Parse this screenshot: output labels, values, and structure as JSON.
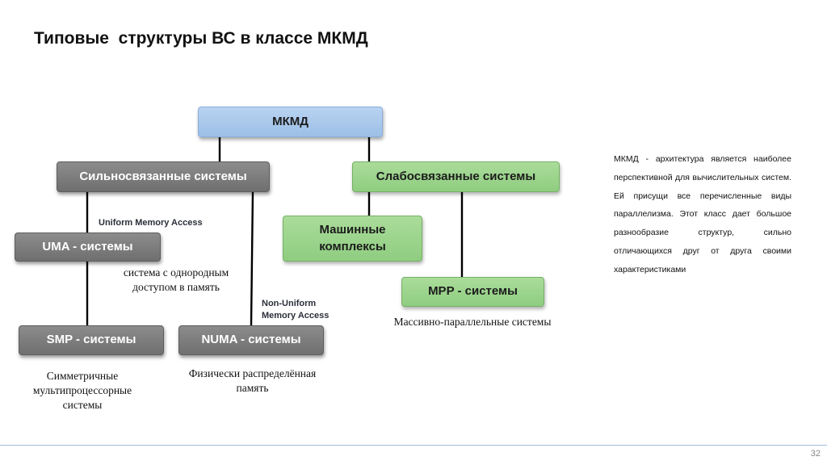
{
  "title": "Типовые  структуры ВС в классе МКМД",
  "nodes": {
    "mkmd": "МКМД",
    "strong": "Сильносвязанные системы",
    "weak": "Слабосвязанные системы",
    "uma": "UMA - системы",
    "machines_line1": "Машинные",
    "machines_line2": "комплексы",
    "mpp": "MPP - системы",
    "smp": "SMP - системы",
    "numa": "NUMA - системы"
  },
  "labels": {
    "uma_full": "Uniform Memory Access",
    "numa_full_line1": "Non-Uniform",
    "numa_full_line2": "Memory Access"
  },
  "captions": {
    "uma_line1": "система с однородным",
    "uma_line2": "доступом в память",
    "mpp": "Массивно-параллельные системы",
    "smp_line1": "Симметричные",
    "smp_line2": "мультипроцессорные",
    "smp_line3": "системы",
    "numa_line1": "Физически распределённая",
    "numa_line2": "память"
  },
  "description": "МКМД - архитектура является наиболее перспективной для вычислительных систем. Ей присущи все перечисленные виды параллелизма. Этот класс дает большое разнообразие структур, сильно отличающихся друг от друга своими характеристиками",
  "page_number": "32",
  "colors": {
    "root_box": "#a9c8ec",
    "strong_box": "#7f7f7f",
    "weak_box": "#9fd58f",
    "connector": "#000000",
    "footer_rule": "#9dbfe0"
  }
}
